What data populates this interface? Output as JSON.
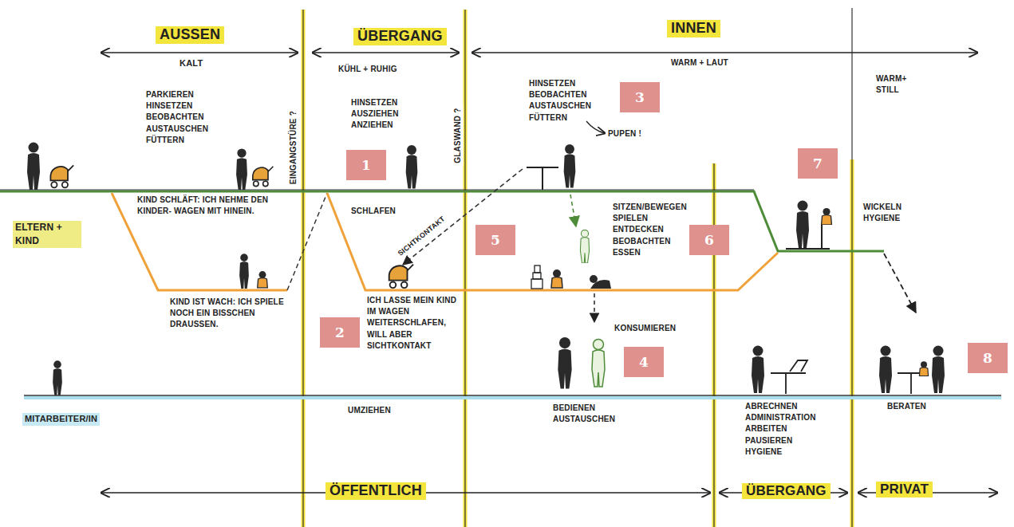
{
  "diagram": {
    "nodes": [
      {
        "text": [
          "1"
        ]
      },
      {
        "text": [
          "2"
        ]
      },
      {
        "text": [
          "3"
        ]
      },
      {
        "text": [
          "4"
        ]
      },
      {
        "text": [
          "5"
        ]
      },
      {
        "text": [
          "6"
        ]
      },
      {
        "text": [
          "7"
        ]
      },
      {
        "text": [
          "8"
        ]
      }
    ],
    "labels": [
      "AUSSEN",
      "ÜBERGANG",
      "INNEN",
      "KALT",
      "KÜHL + RUHIG",
      "WARM + LAUT",
      "WARM+ STILL",
      "EINGANGSTÜRE ?",
      "GLASWAND ?",
      "PARKIEREN HINSETZEN BEOBACHTEN AUSTAUSCHEN FÜTTERN",
      "HINSETZEN AUSZIEHEN ANZIEHEN",
      "HINSETZEN BEOBACHTEN AUSTAUSCHEN FÜTTERN",
      "PUPEN !",
      "ELTERN + KIND",
      "KIND SCHLÄFT: ICH NEHME DEN KINDER- WAGEN MIT HINEIN.",
      "SCHLAFEN",
      "SICHTKONTAKT",
      "SITZEN/BEWEGEN SPIELEN ENTDECKEN BEOBACHTEN ESSEN",
      "WICKELN HYGIENE",
      "KIND IST WACH: ICH SPIELE NOCH EIN BISSCHEN DRAUSSEN.",
      "ICH LASSE MEIN KIND IM WAGEN WEITERSCHLAFEN, WILL ABER SICHTKONTAKT",
      "KONSUMIEREN",
      "MITARBEITER/IN",
      "UMZIEHEN",
      "BEDIENEN AUSTAUSCHEN",
      "ABRECHNEN ADMINISTRATION ARBEITEN PAUSIEREN HYGIENE",
      "BERATEN",
      "ÖFFENTLICH",
      "ÜBERGANG",
      "PRIVAT"
    ]
  }
}
